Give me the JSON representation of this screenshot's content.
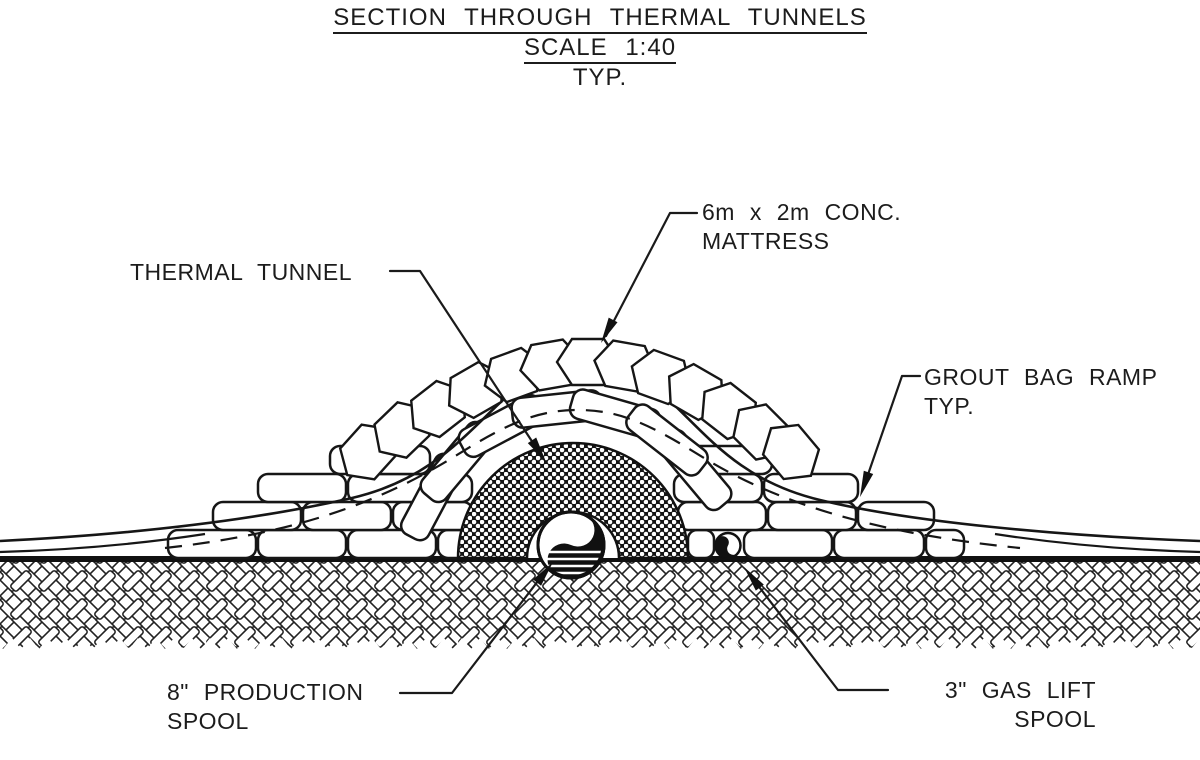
{
  "title": {
    "line1": "SECTION THROUGH THERMAL TUNNELS",
    "line2": "SCALE 1:40",
    "line3": "TYP."
  },
  "labels": {
    "thermal_tunnel": "THERMAL TUNNEL",
    "conc_mattress_line1": "6m x 2m CONC.",
    "conc_mattress_line2": "MATTRESS",
    "grout_bag_ramp_line1": "GROUT BAG RAMP",
    "grout_bag_ramp_line2": "TYP.",
    "production_spool_line1": "8\" PRODUCTION",
    "production_spool_line2": "SPOOL",
    "gas_lift_line1": "3\" GAS LIFT",
    "gas_lift_line2": "SPOOL"
  },
  "colors": {
    "ink": "#1a1a1a",
    "paper": "#ffffff"
  }
}
